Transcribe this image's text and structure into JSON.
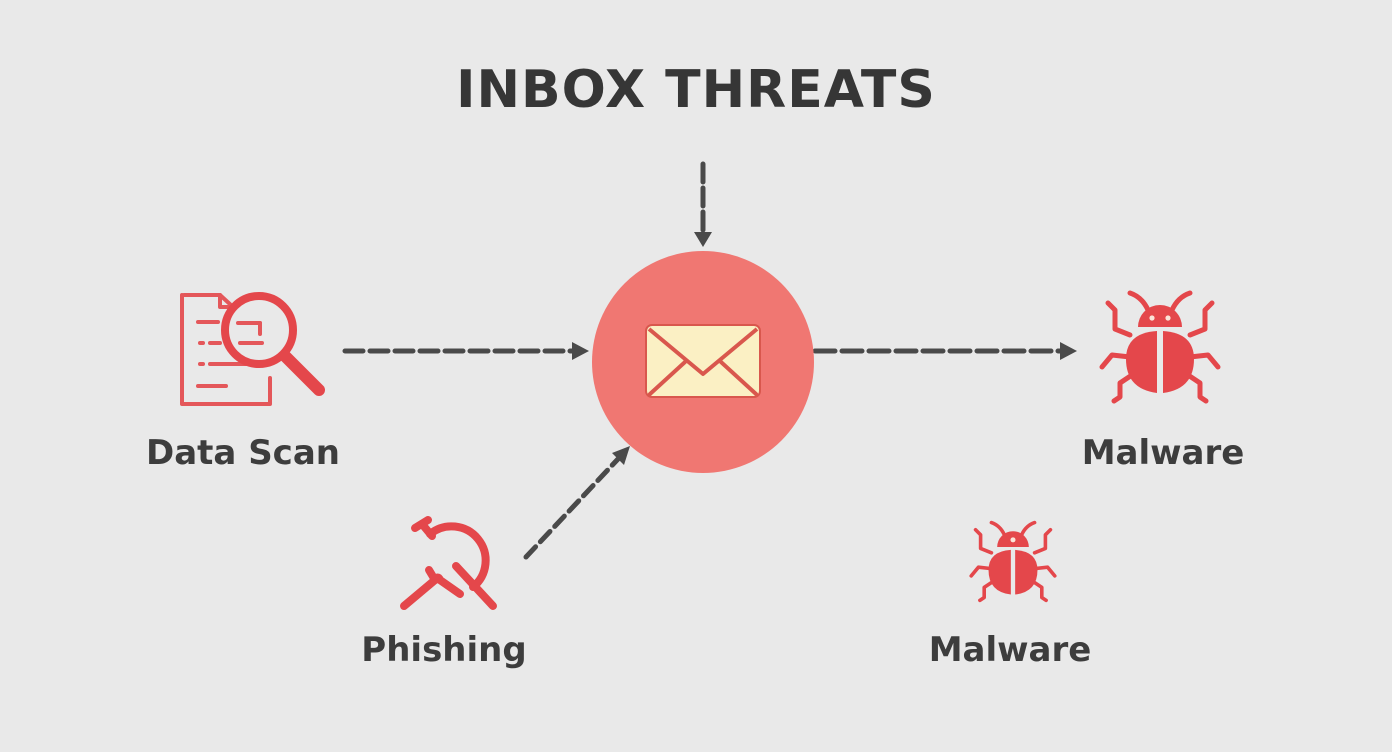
{
  "title": "INBOX THREATS",
  "colors": {
    "background": "#e9e9e9",
    "accent_red": "#e4474b",
    "hub_circle": "#f07772",
    "envelope_fill": "#fbf0c4",
    "arrow": "#4a4a4a",
    "text": "#3a3a3a"
  },
  "hub": {
    "icon": "envelope-icon",
    "label": ""
  },
  "nodes": [
    {
      "id": "data-scan",
      "label": "Data Scan",
      "icon": "document-magnifier-icon",
      "edge": "to-hub"
    },
    {
      "id": "phishing",
      "label": "Phishing",
      "icon": "phishing-hook-icon",
      "edge": "to-hub"
    },
    {
      "id": "malware-1",
      "label": "Malware",
      "icon": "bug-icon",
      "edge": "from-hub"
    },
    {
      "id": "malware-2",
      "label": "Malware",
      "icon": "bug-icon",
      "edge": "none"
    }
  ],
  "edges": [
    {
      "from": "top",
      "to": "hub",
      "style": "dashed"
    },
    {
      "from": "data-scan",
      "to": "hub",
      "style": "dashed"
    },
    {
      "from": "phishing",
      "to": "hub",
      "style": "dashed"
    },
    {
      "from": "hub",
      "to": "malware-1",
      "style": "dashed"
    }
  ]
}
